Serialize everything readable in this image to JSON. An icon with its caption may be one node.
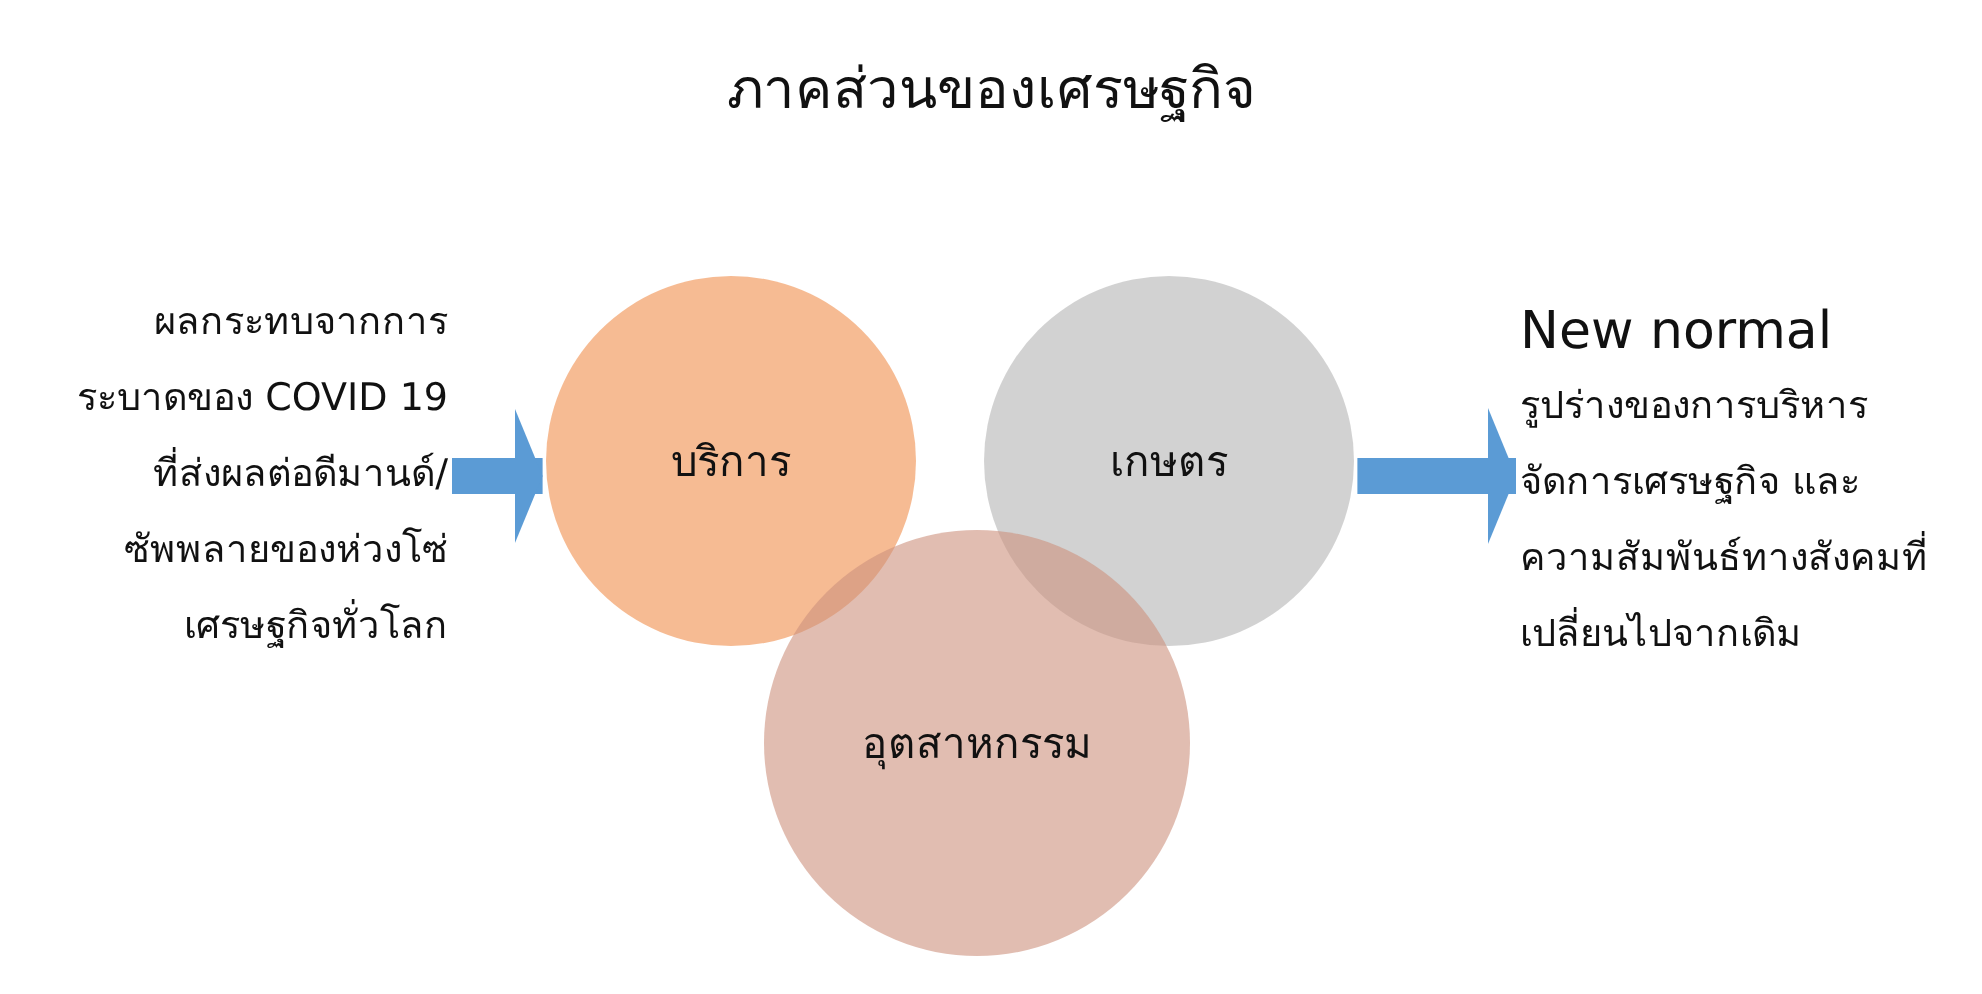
{
  "diagram": {
    "title": "ภาคส่วนของเศรษฐกิจ",
    "nodes": [
      {
        "text": [
          "ผลกระทบจากการระบาดของ COVID 19 ที่ส่งผลต่อดีมานด์/ซัพพลายของห่วงโซ่เศรษฐกิจทั่วโลก"
        ]
      },
      {
        "text": [
          "บริการ"
        ]
      },
      {
        "text": [
          "เกษตร"
        ]
      },
      {
        "text": [
          "อุตสาหกรรม"
        ]
      },
      {
        "text": [
          "New normal",
          "รูปร่างของการบริหารจัดการเศรษฐกิจ และความสัมพันธ์ทางสังคมที่เปลี่ยนไปจากเดิม"
        ]
      }
    ],
    "edges": [
      {
        "from": 0,
        "to": 1,
        "arrow": "to"
      },
      {
        "from": 2,
        "to": 4,
        "arrow": "to"
      }
    ]
  }
}
